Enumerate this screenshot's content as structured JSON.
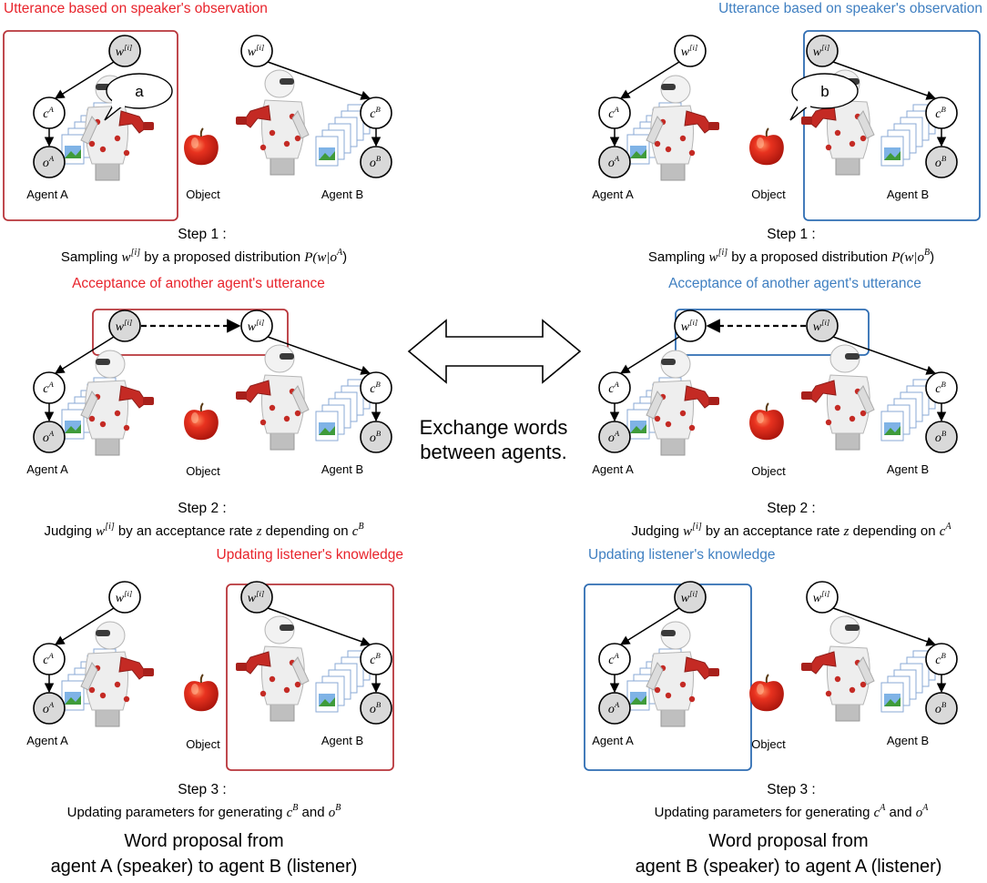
{
  "labels": {
    "agent_a": "Agent A",
    "agent_b": "Agent B",
    "object": "Object",
    "w": "w",
    "w_sup": "[i]",
    "c": "c",
    "o": "o",
    "sup_a": "A",
    "sup_b": "B"
  },
  "center": {
    "line1": "Exchange words",
    "line2": "between agents."
  },
  "left": {
    "steps": [
      {
        "heading": "Utterance based on speaker's observation",
        "bubble": "a",
        "step_title": "Step 1 :",
        "desc_pre": "Sampling ",
        "desc_mid": " by a proposed distribution ",
        "desc_formula": "P(w|o",
        "desc_sup": "A",
        "desc_end": ")"
      },
      {
        "heading": "Acceptance of another agent's utterance",
        "step_title": "Step 2 :",
        "desc_pre": "Judging ",
        "desc_mid": " by an acceptance rate ",
        "desc_z": "z",
        "desc_mid2": " depending on ",
        "desc_sup": "B"
      },
      {
        "heading": "Updating listener's knowledge",
        "step_title": "Step 3 :",
        "desc_pre": "Updating parameters for generating ",
        "desc_and": " and ",
        "desc_sup": "B"
      }
    ],
    "footer1": "Word proposal from",
    "footer2": "agent A (speaker) to agent B (listener)"
  },
  "right": {
    "steps": [
      {
        "heading": "Utterance based on speaker's observation",
        "bubble": "b",
        "step_title": "Step 1 :",
        "desc_pre": "Sampling ",
        "desc_mid": " by a proposed distribution ",
        "desc_formula": "P(w|o",
        "desc_sup": "B",
        "desc_end": ")"
      },
      {
        "heading": "Acceptance of another agent's utterance",
        "step_title": "Step 2 :",
        "desc_pre": "Judging ",
        "desc_mid": " by an acceptance rate ",
        "desc_z": "z",
        "desc_mid2": " depending on ",
        "desc_sup": "A"
      },
      {
        "heading": "Updating listener's knowledge",
        "step_title": "Step 3 :",
        "desc_pre": "Updating parameters for generating ",
        "desc_and": " and ",
        "desc_sup": "A"
      }
    ],
    "footer1": "Word proposal from",
    "footer2": "agent B (speaker) to agent A (listener)"
  },
  "colors": {
    "red": "#e8232b",
    "red_frame": "#b8353a",
    "blue": "#3f7fc1",
    "blue_frame": "#2f6db3",
    "node_fill": "#d9d9d9",
    "apple": "#d92b1e"
  }
}
